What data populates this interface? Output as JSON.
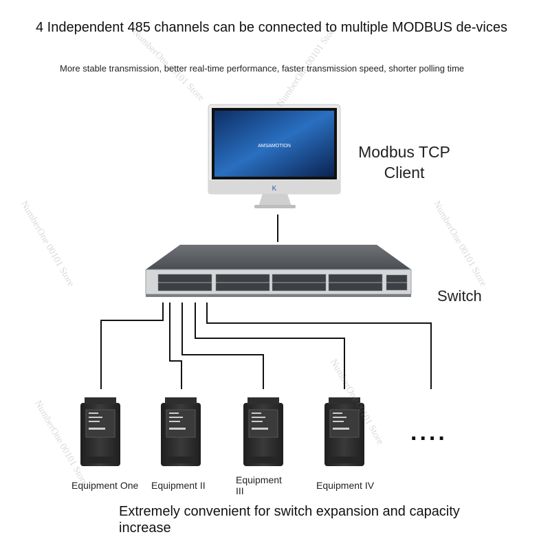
{
  "header": {
    "headline": "4 Independent 485 channels can be connected to multiple MODBUS de-vices",
    "subline": "More stable transmission, better real-time performance, faster transmission speed, shorter polling time"
  },
  "client": {
    "label": "Modbus TCP Client",
    "screen_brand": "AMSAMOTION"
  },
  "switch": {
    "label": "Switch"
  },
  "equipment": [
    {
      "label": "Equipment One"
    },
    {
      "label": "Equipment II"
    },
    {
      "label": "Equipment III"
    },
    {
      "label": "Equipment IV"
    }
  ],
  "more": {
    "label": "...."
  },
  "footer": {
    "text": "Extremely convenient for switch expansion and capacity increase"
  },
  "watermark": {
    "text": "NumberOne 00101 Store"
  },
  "colors": {
    "screen_blue": "#1e5fa8",
    "switch_body": "#5a5e62",
    "device_body": "#2b2b2b",
    "line": "#111111"
  }
}
